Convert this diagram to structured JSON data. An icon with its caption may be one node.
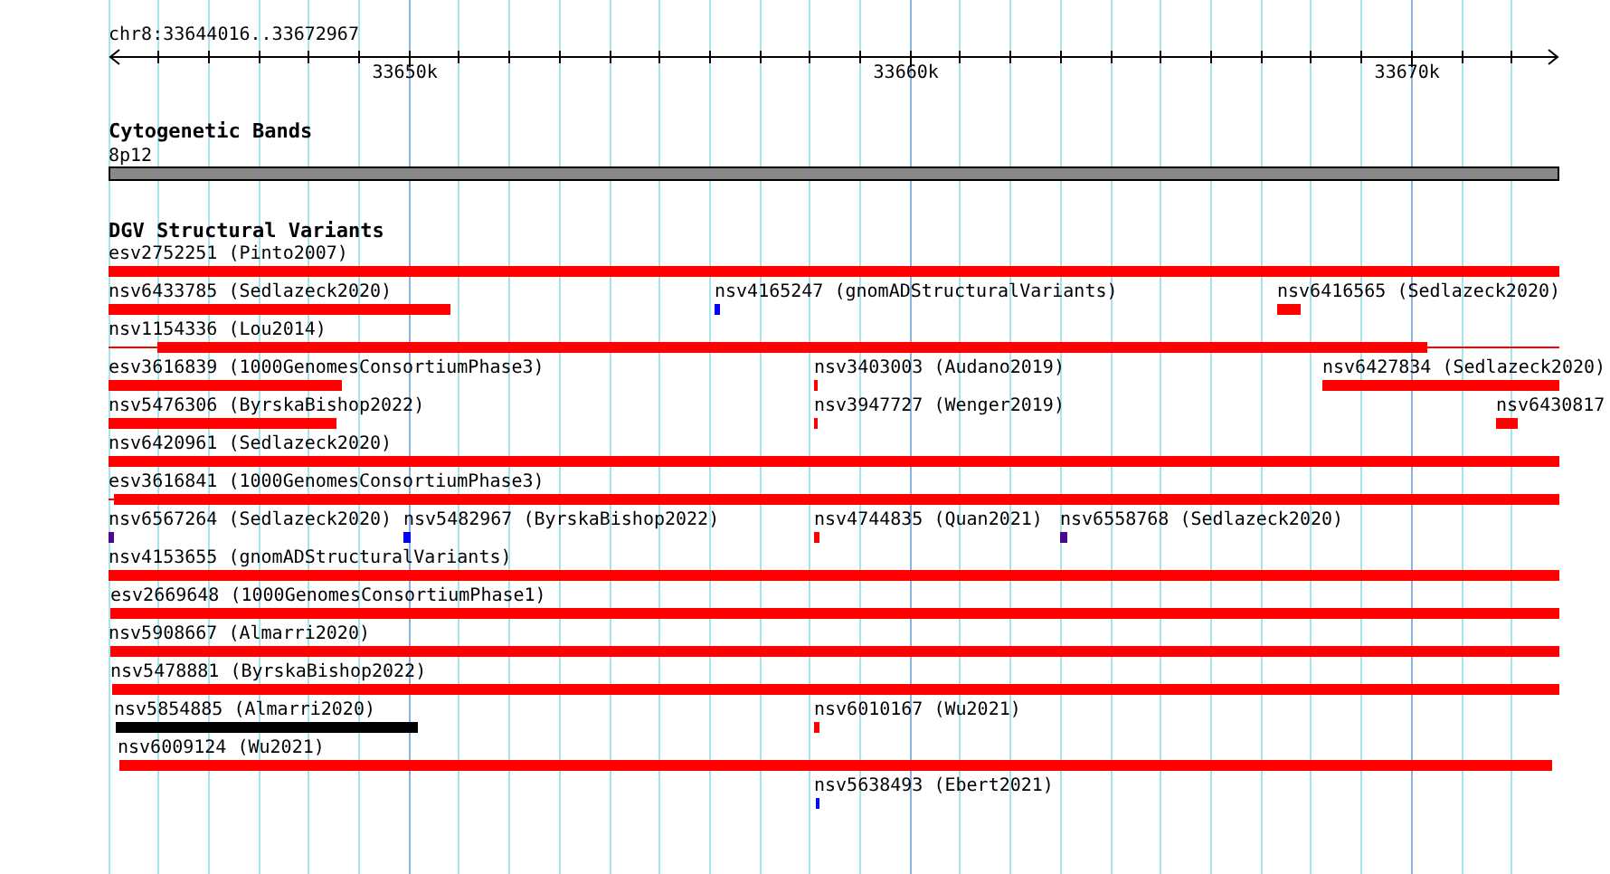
{
  "diagram": {
    "nodes": [
      {
        "text": [
          "Cytogenetic Bands"
        ]
      },
      {
        "text": [
          "8p12"
        ],
        "in": 0
      },
      {
        "text": [
          "DGV Structural Variants"
        ]
      },
      {
        "text": [
          "esv2752251 (Pinto2007)"
        ],
        "in": 2
      },
      {
        "text": [
          "nsv6433785 (Sedlazeck2020)"
        ],
        "in": 2
      },
      {
        "text": [
          "nsv4165247 (gnomADStructuralVariants)"
        ],
        "in": 2
      },
      {
        "text": [
          "nsv6416565 (Sedlazeck2020)"
        ],
        "in": 2
      },
      {
        "text": [
          "nsv1154336 (Lou2014)"
        ],
        "in": 2
      },
      {
        "text": [
          "esv3616839 (1000GenomesConsortiumPhase3)"
        ],
        "in": 2
      },
      {
        "text": [
          "nsv3403003 (Audano2019)"
        ],
        "in": 2
      },
      {
        "text": [
          "nsv6427834 (Sedlazeck2020)"
        ],
        "in": 2
      },
      {
        "text": [
          "nsv5476306 (ByrskaBishop2022)"
        ],
        "in": 2
      },
      {
        "text": [
          "nsv3947727 (Wenger2019)"
        ],
        "in": 2
      },
      {
        "text": [
          "nsv6430817"
        ],
        "in": 2
      },
      {
        "text": [
          "nsv6420961 (Sedlazeck2020)"
        ],
        "in": 2
      },
      {
        "text": [
          "esv3616841 (1000GenomesConsortiumPhase3)"
        ],
        "in": 2
      },
      {
        "text": [
          "nsv6567264 (Sedlazeck2020)"
        ],
        "in": 2
      },
      {
        "text": [
          "nsv5482967 (ByrskaBishop2022)"
        ],
        "in": 2
      },
      {
        "text": [
          "nsv4744835 (Quan2021)"
        ],
        "in": 2
      },
      {
        "text": [
          "nsv6558768 (Sedlazeck2020)"
        ],
        "in": 2
      },
      {
        "text": [
          "nsv4153655 (gnomADStructuralVariants)"
        ],
        "in": 2
      },
      {
        "text": [
          "esv2669648 (1000GenomesConsortiumPhase1)"
        ],
        "in": 2
      },
      {
        "text": [
          "nsv5908667 (Almarri2020)"
        ],
        "in": 2
      },
      {
        "text": [
          "nsv5478881 (ByrskaBishop2022)"
        ],
        "in": 2
      },
      {
        "text": [
          "nsv5854885 (Almarri2020)"
        ],
        "in": 2
      },
      {
        "text": [
          "nsv6010167 (Wu2021)"
        ],
        "in": 2
      },
      {
        "text": [
          "nsv6009124 (Wu2021)"
        ],
        "in": 2
      },
      {
        "text": [
          "nsv5638493 (Ebert2021)"
        ],
        "in": 2
      }
    ],
    "labels": [
      "chr8:33644016..33672967",
      "33650k",
      "33660k",
      "33670k"
    ]
  }
}
